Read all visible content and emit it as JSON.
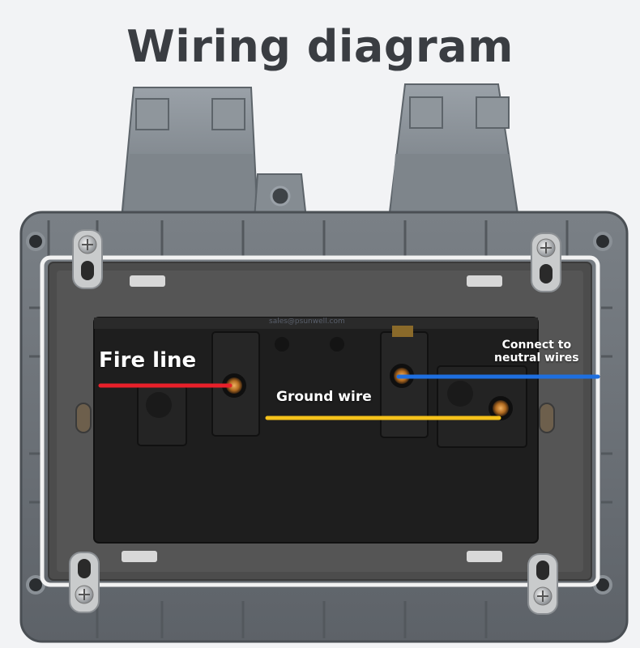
{
  "title": "Wiring diagram",
  "labels": {
    "fire_line": "Fire line",
    "ground_wire": "Ground wire",
    "neutral_line1": "Connect to",
    "neutral_line2": "neutral wires"
  },
  "watermark": "sales@psunwell.com",
  "colors": {
    "fire_line": "#e8202a",
    "ground_wire": "#f5c21b",
    "neutral_wire": "#1e6fe0",
    "housing": "#6c7278",
    "faceplate": "#4a4a4a",
    "socket_body": "#1c1c1c"
  }
}
